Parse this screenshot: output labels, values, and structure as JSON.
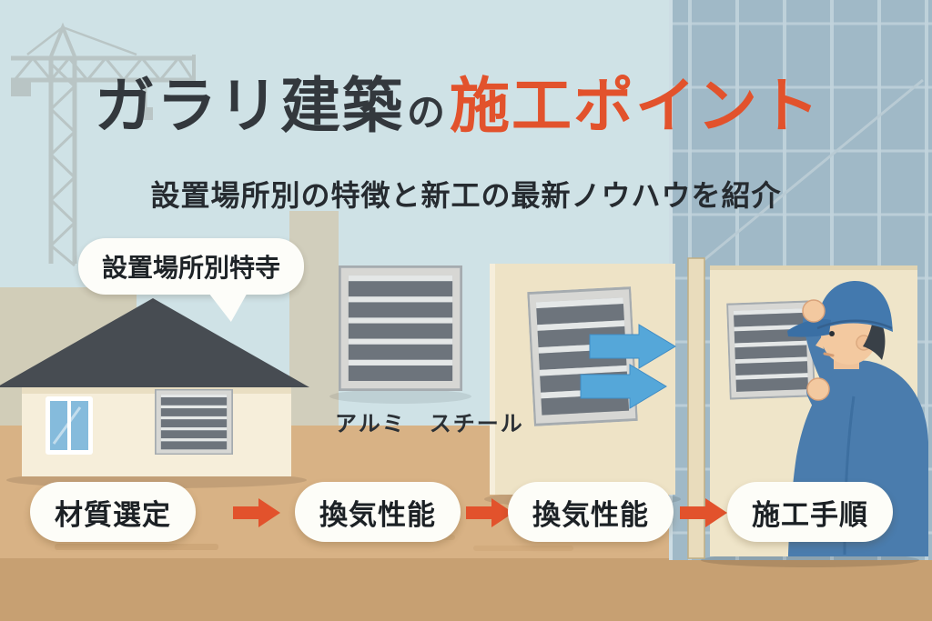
{
  "header": {
    "title_dark": "ガラリ建築",
    "title_particle": "の",
    "title_orange": "施工ポイント",
    "subtitle": "設置場所別の特徴と新工の最新ノウハウを紹介"
  },
  "callout": {
    "label": "設置場所別特寺"
  },
  "labels": {
    "material": "アルミ　スチール"
  },
  "flow": {
    "steps": [
      {
        "label": "材質選定"
      },
      {
        "label": "換気性能"
      },
      {
        "label": "換気性能"
      },
      {
        "label": "施工手順"
      }
    ]
  },
  "colors": {
    "accent_orange": "#e2522c",
    "title_dark": "#33383d",
    "sky": "#cfe2e6",
    "ground": "#d8b285",
    "ground_dark": "#c7a072",
    "building_blue": "#a0b9c7",
    "panel_beige": "#eee3c6",
    "wall_beige": "#efe5c9",
    "airflow_blue": "#55a7d9",
    "worker_blue": "#4a7cad"
  }
}
